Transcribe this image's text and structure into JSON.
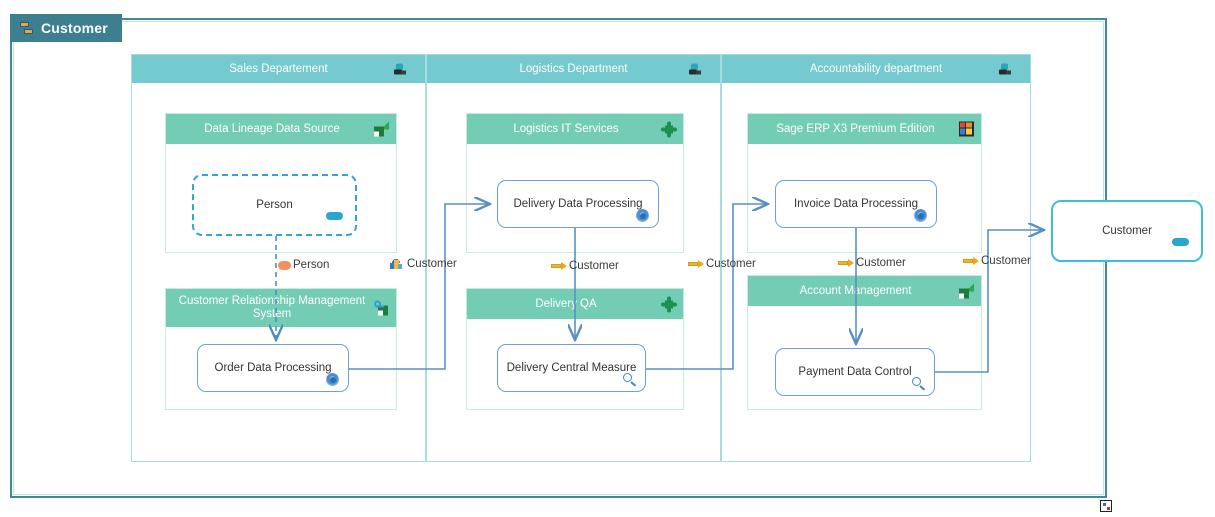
{
  "window": {
    "tab_title": "Customer",
    "tab_icon": "data-object-icon",
    "corner_handle_icon": "resize-handle-icon"
  },
  "lanes": [
    {
      "id": "sales",
      "title": "Sales Departement",
      "icon": "lane-collapse-icon"
    },
    {
      "id": "logistics",
      "title": "Logistics Department",
      "icon": "lane-collapse-icon"
    },
    {
      "id": "accountability",
      "title": "Accountability department",
      "icon": "lane-collapse-icon"
    }
  ],
  "applications": [
    {
      "id": "data-lineage-data-source",
      "title": "Data Lineage Data Source",
      "icon": "application-component-icon"
    },
    {
      "id": "crm-system",
      "title": "Customer Relationship Management System",
      "icon": "application-key-icon"
    },
    {
      "id": "logistics-it-services",
      "title": "Logistics IT Services",
      "icon": "puzzle-piece-icon"
    },
    {
      "id": "delivery-qa",
      "title": "Delivery QA",
      "icon": "puzzle-piece-icon"
    },
    {
      "id": "sage-erp",
      "title": "Sage ERP X3 Premium Edition",
      "icon": "sage-erp-icon"
    },
    {
      "id": "account-management",
      "title": "Account Management",
      "icon": "application-component-icon"
    }
  ],
  "processes": [
    {
      "id": "order-data-processing",
      "label": "Order Data Processing",
      "icon": "gear-icon"
    },
    {
      "id": "delivery-data-processing",
      "label": "Delivery Data Processing",
      "icon": "gear-icon"
    },
    {
      "id": "delivery-central-measure",
      "label": "Delivery Central Measure",
      "icon": "magnifier-icon"
    },
    {
      "id": "invoice-data-processing",
      "label": "Invoice Data Processing",
      "icon": "gear-icon"
    },
    {
      "id": "payment-data-control",
      "label": "Payment Data Control",
      "icon": "magnifier-icon"
    }
  ],
  "data_objects": [
    {
      "id": "person-object",
      "label": "Person",
      "icon": "data-pill-icon",
      "style": "dashed"
    },
    {
      "id": "customer-object",
      "label": "Customer",
      "icon": "data-pill-icon",
      "style": "solid"
    }
  ],
  "flow_labels": [
    {
      "id": "flow-person",
      "label": "Person",
      "icon": "orange-ellipse-icon"
    },
    {
      "id": "flow-customer-1",
      "label": "Customer",
      "icon": "multicolor-chart-icon"
    },
    {
      "id": "flow-customer-2",
      "label": "Customer",
      "icon": "orange-arrow-icon"
    },
    {
      "id": "flow-customer-3",
      "label": "Customer",
      "icon": "orange-arrow-icon"
    },
    {
      "id": "flow-customer-4",
      "label": "Customer",
      "icon": "orange-arrow-icon"
    },
    {
      "id": "flow-customer-5",
      "label": "Customer",
      "icon": "orange-arrow-icon"
    }
  ],
  "colors": {
    "frame_border": "#3d8c9c",
    "tab_background": "#3d7f90",
    "lane_header": "#74cace",
    "application_header": "#73cdb4",
    "process_border": "#6f9fd8",
    "connector": "#5a8fc4",
    "data_object_border": "#3fc0d0",
    "data_pill": "#2aa6cc",
    "flow_arrow": "#f0b429"
  }
}
